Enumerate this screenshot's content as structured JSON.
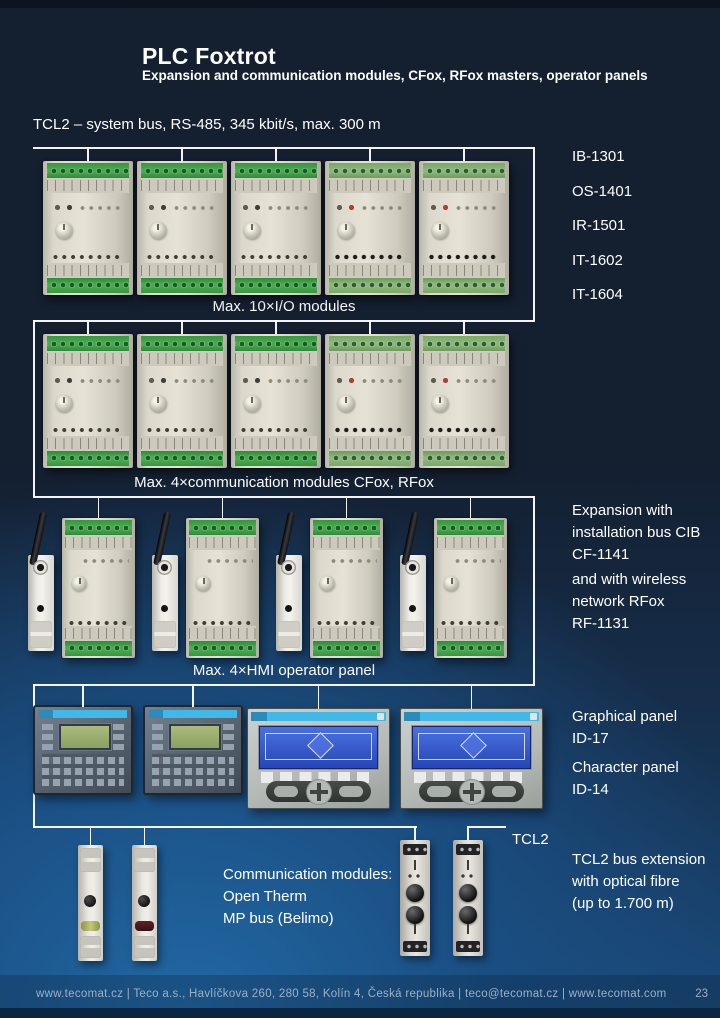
{
  "page": {
    "title": "PLC Foxtrot",
    "subtitle": "Expansion and communication modules, CFox, RFox masters, operator panels",
    "page_number": "23",
    "footer_text": "www.tecomat.cz  |  Teco a.s., Havlíčkova 260, 280 58, Kolín 4, Česká republika  |  teco@tecomat.cz  |  www.tecomat.com"
  },
  "bus": {
    "system_label": "TCL2 – system bus, RS-485, 345 kbit/s, max. 300 m",
    "tcl2_label": "TCL2"
  },
  "groups": {
    "io": "Max. 10×I/O modules",
    "comm": "Max. 4×communication modules CFox, RFox",
    "hmi": "Max. 4×HMI operator panel"
  },
  "right_labels": {
    "io_models": [
      "IB-1301",
      "OS-1401",
      "IR-1501",
      "IT-1602",
      "IT-1604"
    ],
    "expansion": [
      "Expansion with",
      "installation bus CIB",
      "CF-1141"
    ],
    "wireless": [
      "and with wireless",
      "network RFox",
      "RF-1131"
    ],
    "graphical_panel": [
      "Graphical panel",
      "ID-17"
    ],
    "character_panel": [
      "Character panel",
      "ID-14"
    ],
    "tcl2_extension": [
      "TCL2 bus extension",
      "with optical fibre",
      "(up to 1.700 m)"
    ]
  },
  "bottom_note": [
    "Communication modules:",
    "Open Therm",
    "MP bus (Belimo)"
  ],
  "diagram": {
    "io_modules_per_row": 5,
    "io_rows": 2,
    "comm_module_pairs": 4,
    "hmi_panels": 4,
    "bottom_modules": 4
  },
  "colors": {
    "background_top": "#141f30",
    "background_bottom_glow": "#2268a4",
    "diagram_line": "#ffffff",
    "terminal_green": "#3f9f47",
    "panel_cyan": "#41b9e8",
    "footer_text": "#9db0c3"
  }
}
